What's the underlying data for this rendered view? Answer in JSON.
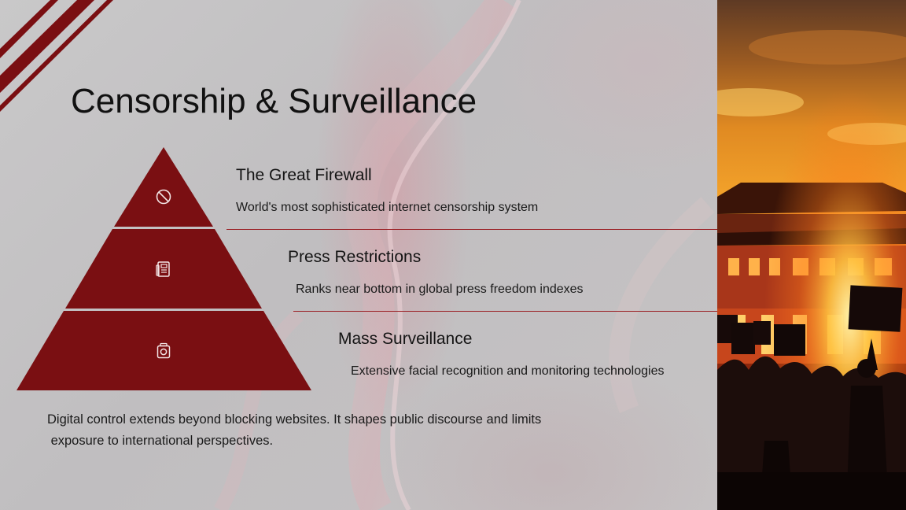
{
  "slide": {
    "title": "Censorship & Surveillance",
    "tiers": [
      {
        "icon": "prohibited-icon",
        "title": "The Great Firewall",
        "description": "World's most sophisticated internet censorship system"
      },
      {
        "icon": "newspaper-icon",
        "title": "Press Restrictions",
        "description": "Ranks near bottom in global press freedom indexes"
      },
      {
        "icon": "camera-icon",
        "title": "Mass Surveillance",
        "description": "Extensive facial recognition and monitoring technologies"
      }
    ],
    "summary_line1": "Digital control extends beyond blocking websites. It shapes public discourse and limits",
    "summary_line2": " exposure to international perspectives."
  },
  "colors": {
    "accent": "#7a0f12",
    "rule": "#9a1d22",
    "text": "#111111",
    "background": "#c4c2c3"
  }
}
